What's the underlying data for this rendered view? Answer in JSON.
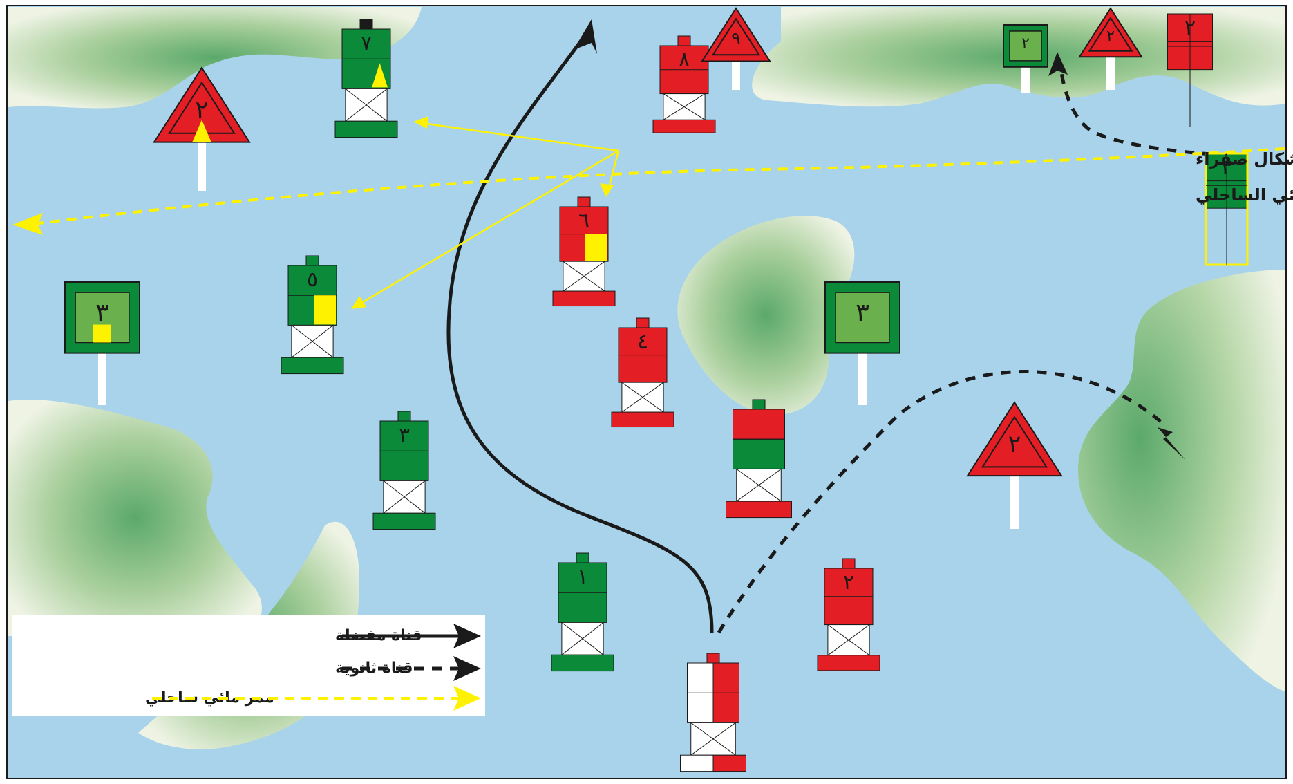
{
  "colors": {
    "water": "#a8d3ea",
    "land_light": "#eef3e4",
    "land_dark": "#5ba96a",
    "red": "#e31e24",
    "green": "#0b8a3a",
    "light_green": "#6ab04c",
    "yellow": "#fff200",
    "black": "#1a1a1a",
    "white": "#ffffff",
    "post": "#ffffff"
  },
  "annotation": {
    "line1": "علام ممر مائي ساحلي مزدوج الغرض بأشكال صفراء",
    "line2": "يبين كيف يُميز بين العوامات داخل الممر المائي الساحلي"
  },
  "legend": {
    "preferred_channel": "قناة مفضلة",
    "secondary_channel": "قناة ثانوية",
    "coastal_waterway": "ممر مائي ساحلي"
  },
  "buoys": [
    {
      "id": "green-buoy-7",
      "color": "green",
      "number": "٧",
      "mark": "yellow-triangle",
      "topmark": "black"
    },
    {
      "id": "red-buoy-8",
      "color": "red",
      "number": "٨",
      "mark": "none",
      "topmark": "red"
    },
    {
      "id": "red-buoy-6",
      "color": "red",
      "number": "٦",
      "mark": "yellow-square",
      "topmark": "red"
    },
    {
      "id": "green-buoy-5",
      "color": "green",
      "number": "٥",
      "mark": "yellow-square",
      "topmark": "green"
    },
    {
      "id": "red-buoy-4",
      "color": "red",
      "number": "٤",
      "mark": "none",
      "topmark": "red"
    },
    {
      "id": "green-buoy-3",
      "color": "green",
      "number": "٣",
      "mark": "none",
      "topmark": "green"
    },
    {
      "id": "red-green-junction-buoy",
      "color": "red-green",
      "number": "",
      "mark": "none",
      "topmark": "green"
    },
    {
      "id": "green-buoy-1",
      "color": "green",
      "number": "١",
      "mark": "none",
      "topmark": "green"
    },
    {
      "id": "red-buoy-2",
      "color": "red",
      "number": "٢",
      "mark": "none",
      "topmark": "red"
    },
    {
      "id": "safe-water-buoy",
      "color": "red-white",
      "number": "",
      "mark": "none",
      "topmark": "red"
    },
    {
      "id": "red-tall-buoy-2",
      "color": "red",
      "number": "٢",
      "mark": "none",
      "topmark": "none"
    },
    {
      "id": "green-tall-buoy-3",
      "color": "green",
      "number": "٣",
      "mark": "yellow-outline",
      "topmark": "none"
    }
  ],
  "daybeacons": [
    {
      "id": "red-triangle-2-left",
      "shape": "triangle",
      "number": "٢",
      "mark": "yellow-triangle"
    },
    {
      "id": "red-triangle-9",
      "shape": "triangle",
      "number": "٩",
      "mark": "none"
    },
    {
      "id": "red-triangle-2-top-right",
      "shape": "triangle",
      "number": "٢",
      "mark": "none"
    },
    {
      "id": "green-square-2",
      "shape": "square",
      "number": "٢",
      "mark": "none"
    },
    {
      "id": "green-square-3-left",
      "shape": "square",
      "number": "٣",
      "mark": "yellow-square"
    },
    {
      "id": "green-square-3-right",
      "shape": "square",
      "number": "٣",
      "mark": "none"
    },
    {
      "id": "red-triangle-2-right",
      "shape": "triangle",
      "number": "٢",
      "mark": "none"
    }
  ]
}
